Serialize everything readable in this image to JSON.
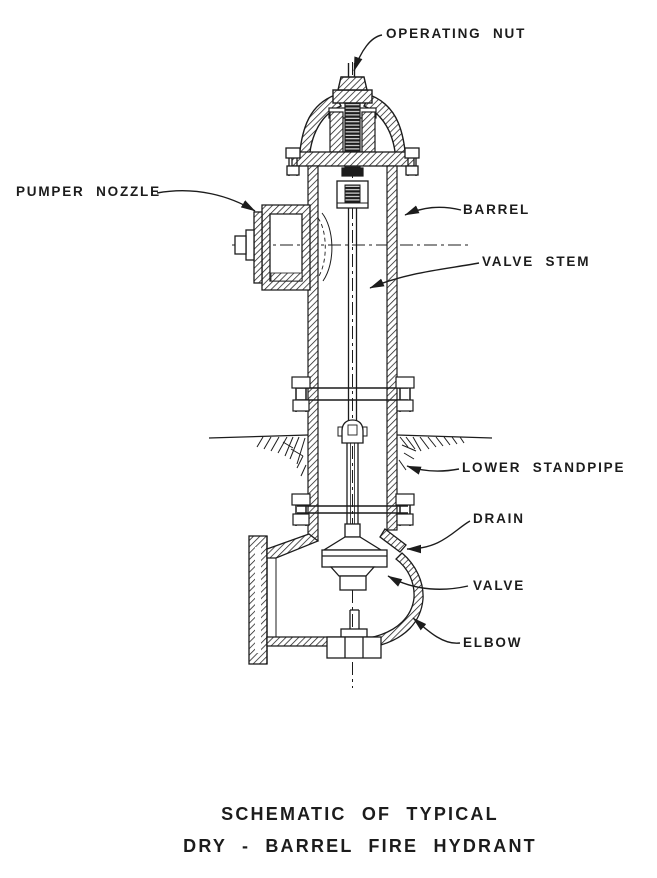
{
  "page": {
    "colors": {
      "ink": "#1c1c1c",
      "background": "#ffffff"
    }
  },
  "diagram": {
    "labels": {
      "operating_nut": "OPERATING NUT",
      "pumper_nozzle": "PUMPER NOZZLE",
      "barrel": "BARREL",
      "valve_stem": "VALVE STEM",
      "lower_standpipe": "LOWER STANDPIPE",
      "drain": "DRAIN",
      "valve": "VALVE",
      "elbow": "ELBOW"
    },
    "title": {
      "line1": "SCHEMATIC OF TYPICAL",
      "line2": "DRY - BARREL FIRE HYDRANT"
    }
  }
}
